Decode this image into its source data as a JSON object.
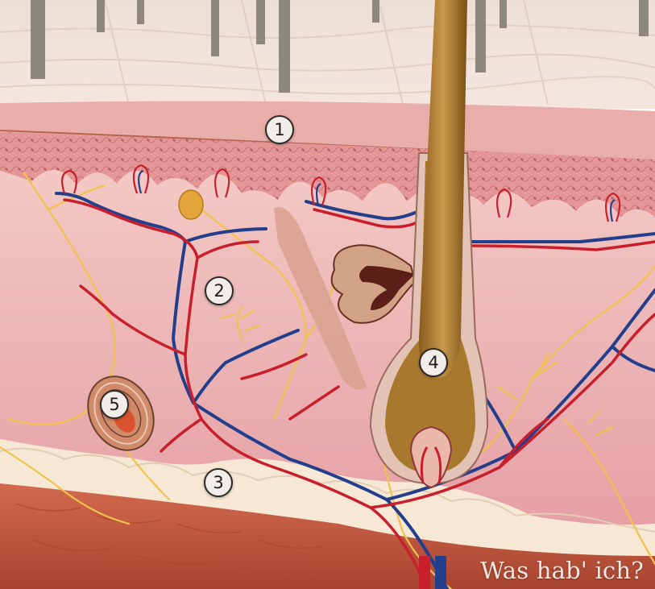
{
  "markers": {
    "m1": "1",
    "m2": "2",
    "m3": "3",
    "m4": "4",
    "m5": "5"
  },
  "watermark": "Was hab' ich?",
  "colors": {
    "surface": "#f2e2d8",
    "epidermis": "#e8a0a0",
    "dermis": "#ecb3b4",
    "subcutis": "#f5e7d4",
    "muscle": "#c9593e",
    "artery": "#c3202c",
    "vein": "#1f3f8a",
    "nerve": "#f2c23c",
    "hair": "#b58232"
  }
}
